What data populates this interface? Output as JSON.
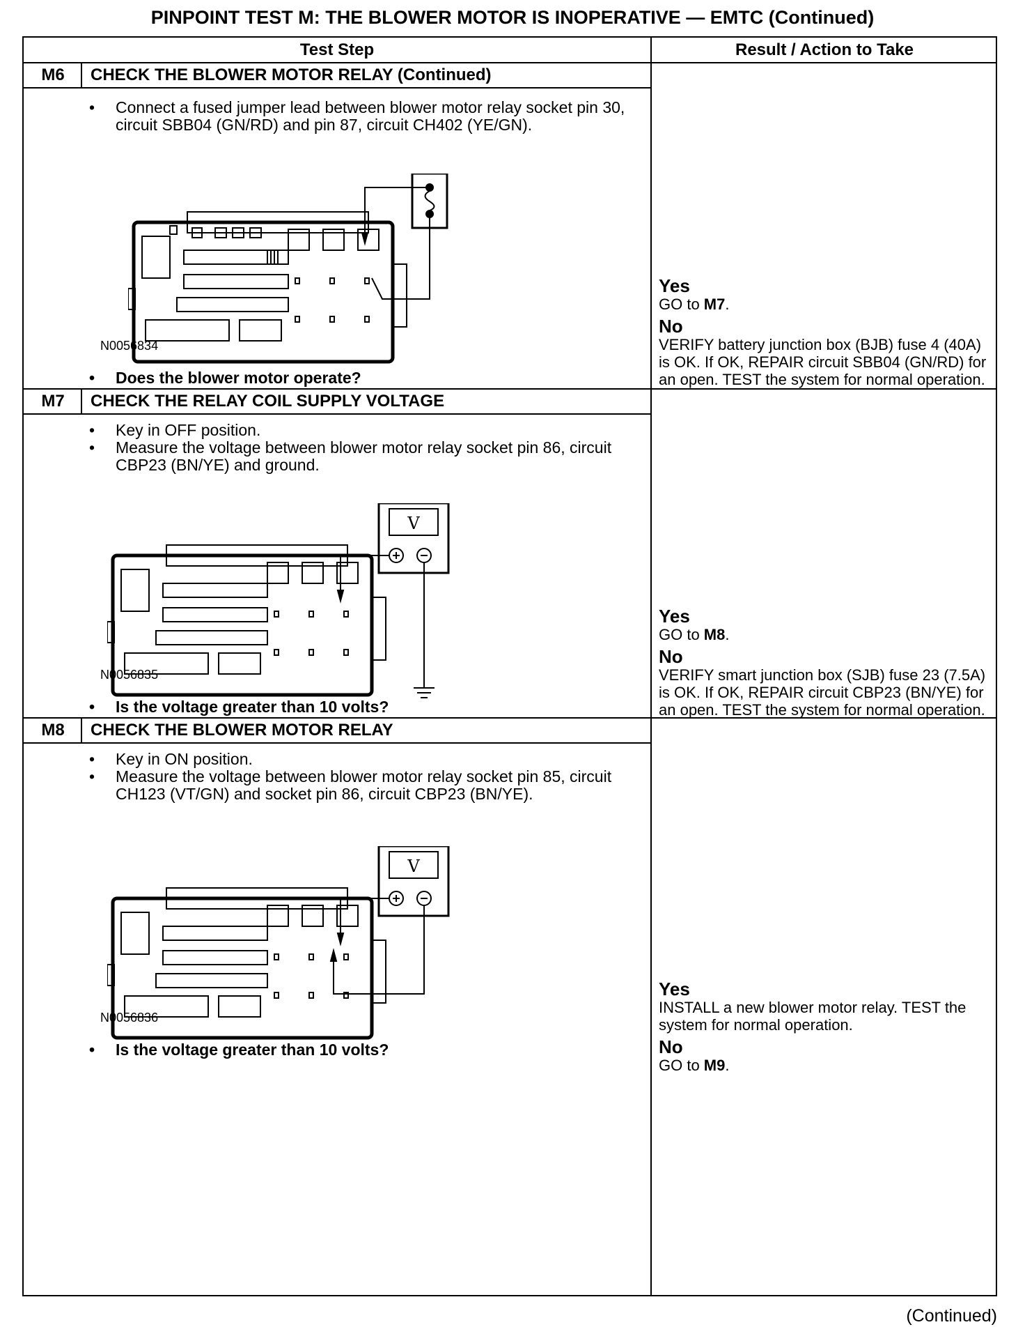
{
  "page_title": "PINPOINT TEST  M: THE BLOWER MOTOR IS INOPERATIVE — EMTC (Continued)",
  "table": {
    "col_test_step": "Test Step",
    "col_result": "Result / Action to Take"
  },
  "steps": [
    {
      "id": "M6",
      "title": "CHECK THE BLOWER MOTOR RELAY (Continued)",
      "bullets": [
        "Connect a fused jumper lead between blower motor relay socket pin 30, circuit SBB04 (GN/RD) and pin 87, circuit CH402 (YE/GN)."
      ],
      "figure_id": "N0056834",
      "question": "Does the blower motor operate?",
      "yes_label": "Yes",
      "yes_text": "GO to ",
      "yes_ref": "M7",
      "yes_end": ".",
      "no_label": "No",
      "no_text": "VERIFY battery junction box (BJB) fuse 4 (40A) is OK. If OK, REPAIR circuit SBB04 (GN/RD) for an open. TEST the system for normal operation.",
      "no_ref": "",
      "no_end": ""
    },
    {
      "id": "M7",
      "title": "CHECK THE RELAY COIL SUPPLY VOLTAGE",
      "bullets": [
        "Key in OFF position.",
        "Measure the voltage between blower motor relay socket pin 86, circuit CBP23 (BN/YE) and ground."
      ],
      "figure_id": "N0056835",
      "meter_label": "V",
      "question": "Is the voltage greater than 10 volts?",
      "yes_label": "Yes",
      "yes_text": "GO to ",
      "yes_ref": "M8",
      "yes_end": ".",
      "no_label": "No",
      "no_text": "VERIFY smart junction box (SJB) fuse 23 (7.5A) is OK. If OK, REPAIR circuit CBP23 (BN/YE) for an open. TEST the system for normal operation.",
      "no_ref": "",
      "no_end": ""
    },
    {
      "id": "M8",
      "title": "CHECK THE BLOWER MOTOR RELAY",
      "bullets": [
        "Key in ON position.",
        "Measure the voltage between blower motor relay socket pin 85, circuit CH123 (VT/GN) and socket pin 86, circuit CBP23 (BN/YE)."
      ],
      "figure_id": "N0056836",
      "meter_label": "V",
      "question": "Is the voltage greater than 10 volts?",
      "yes_label": "Yes",
      "yes_text": "INSTALL a new blower motor relay. TEST the system for normal operation.",
      "yes_ref": "",
      "yes_end": "",
      "no_label": "No",
      "no_text": "GO to ",
      "no_ref": "M9",
      "no_end": "."
    }
  ],
  "bullet_symbol": "•",
  "continued": "(Continued)"
}
